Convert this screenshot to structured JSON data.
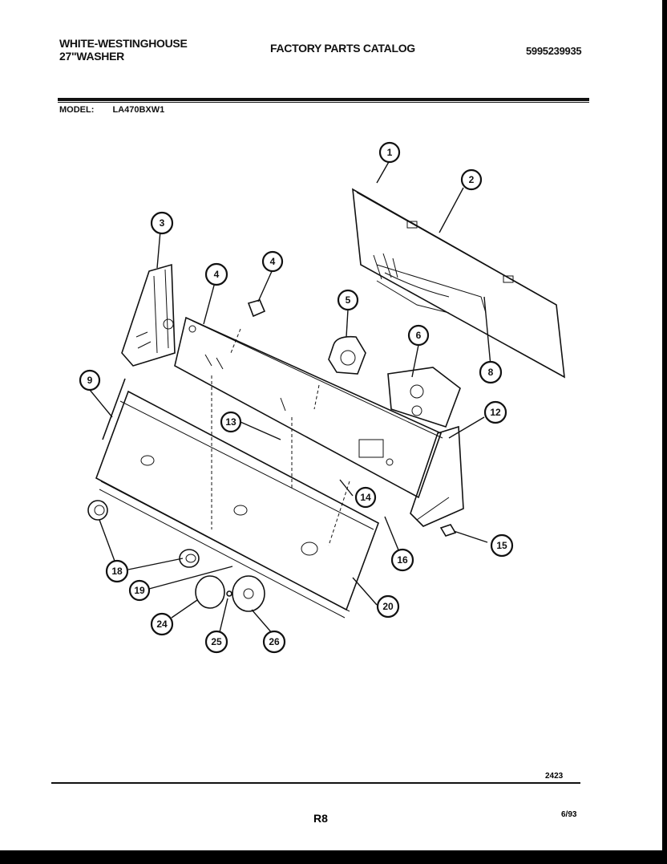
{
  "header": {
    "brand_line1": "WHITE-WESTINGHOUSE",
    "brand_line2": "27\"WASHER",
    "title": "FACTORY PARTS CATALOG",
    "catalog_code": "5995239935"
  },
  "model": {
    "label": "MODEL:",
    "value": "LA470BXW1"
  },
  "callouts": [
    "1",
    "2",
    "3",
    "4",
    "4",
    "5",
    "6",
    "8",
    "9",
    "12",
    "13",
    "14",
    "15",
    "16",
    "18",
    "19",
    "20",
    "24",
    "25",
    "26"
  ],
  "footer": {
    "drawing_code": "2423",
    "page": "R8",
    "date": "6/93"
  }
}
